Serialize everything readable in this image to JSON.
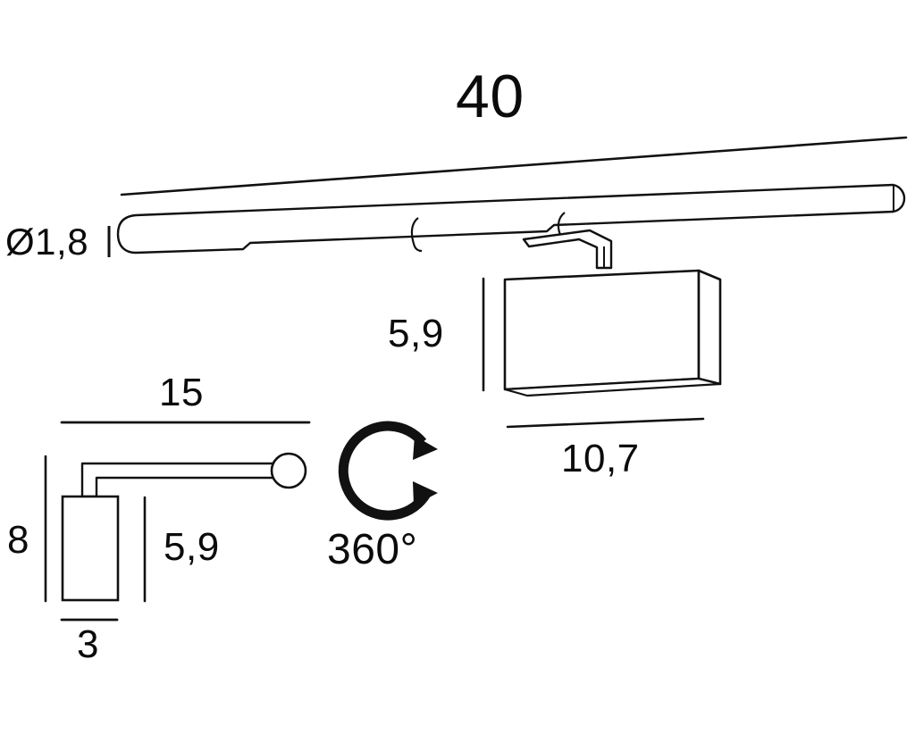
{
  "drawing": {
    "title": "Wall lamp technical dimension drawing",
    "units": "cm",
    "line_color": "#111111",
    "background_color": "#ffffff"
  },
  "dimensions": {
    "bar_length": "40",
    "bar_diameter": "Ø1,8",
    "head_height_front": "5,9",
    "head_width_front": "10,7",
    "side_depth": "15",
    "side_height": "8",
    "side_head_height": "5,9",
    "side_head_width": "3"
  },
  "features": {
    "rotation_label": "360°",
    "rotation_icon": "rotation-arrow-icon"
  },
  "views": [
    {
      "name": "front-view",
      "elements": [
        "tube-bar",
        "mount-bracket",
        "lamp-head-box"
      ],
      "labels": [
        "40",
        "Ø1,8",
        "5,9",
        "10,7"
      ]
    },
    {
      "name": "side-view",
      "elements": [
        "lamp-head-rect",
        "arm",
        "wall-mount-circle"
      ],
      "labels": [
        "15",
        "8",
        "5,9",
        "3"
      ]
    },
    {
      "name": "rotation-indicator",
      "elements": [
        "rotation-arrow-icon"
      ],
      "labels": [
        "360°"
      ]
    }
  ]
}
